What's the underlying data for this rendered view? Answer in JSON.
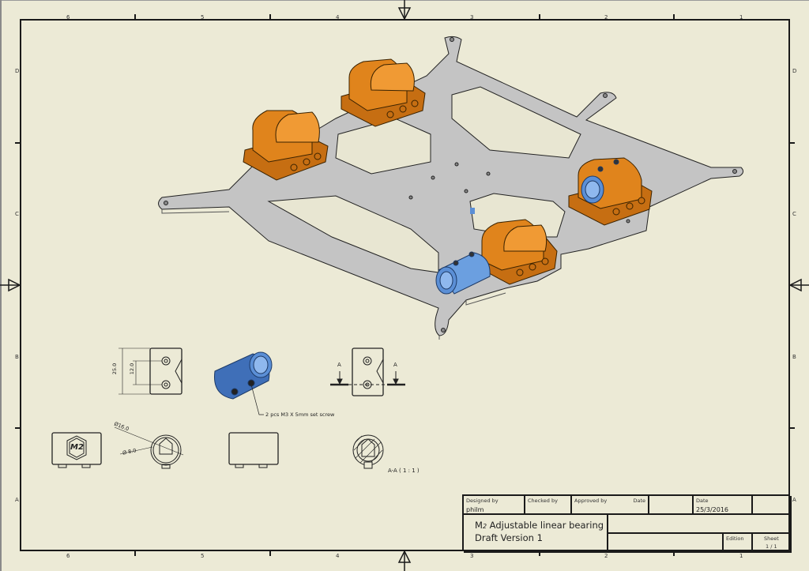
{
  "drawing": {
    "background_color": "#ecead6",
    "plate_color": "#c4c4c4",
    "holder_color": "#e0841c",
    "bearing_color": "#5b8fd6",
    "line_color": "#1a1a1a"
  },
  "border": {
    "column_labels": [
      "6",
      "5",
      "4",
      "3",
      "2",
      "1"
    ],
    "row_labels": [
      "D",
      "C",
      "B",
      "A"
    ]
  },
  "views": {
    "isometric_assembly": {
      "description": "Isometric assembly of heated bed carrier plate with four orange bearing holders and two blue M2 adjustable linear bearings"
    },
    "front_view": {
      "dim_height": "25.0",
      "dim_hole_spacing": "12.0"
    },
    "iso_bearing": {
      "callout": "2 pcs M3 X 5mm set screw"
    },
    "end_view": {
      "dim_outer": "Ø16.0",
      "dim_inner": "Ø 8.0",
      "logo": "M2"
    },
    "section_marker": {
      "left_label": "A",
      "right_label": "A"
    },
    "section_view": {
      "label": "A-A ( 1 : 1 )"
    }
  },
  "title_block": {
    "designed_by_label": "Designed by",
    "designed_by_value": "philm",
    "checked_by_label": "Checked by",
    "approved_by_label": "Approved by",
    "date_label_1": "Date",
    "date_label_2": "Date",
    "date_value": "25/3/2016",
    "title_line_1_prefix": "M",
    "title_line_1_sub": "2",
    "title_line_1_rest": " Adjustable linear bearing",
    "title_line_2": "Draft Version 1",
    "edition_label": "Edition",
    "sheet_label": "Sheet",
    "sheet_value": "1 / 1"
  }
}
